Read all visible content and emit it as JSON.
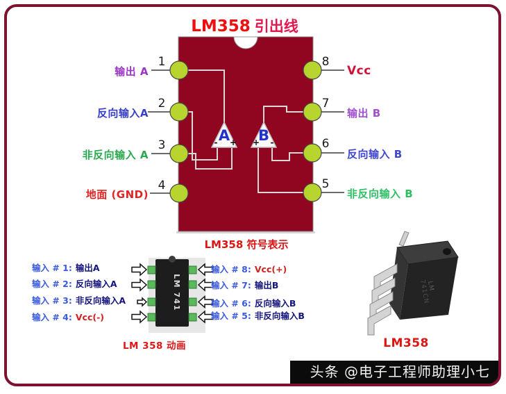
{
  "title": {
    "part1": "LM358",
    "part2": "引出线"
  },
  "ic": {
    "body_color": "#90051f",
    "pin_color": "#b8d42e",
    "wire_color": "#d8d8d8",
    "left_pins": [
      {
        "num": "1",
        "label": "输出 A",
        "color": "#9a35c8"
      },
      {
        "num": "2",
        "label": "反向输入A",
        "color": "#3640c8"
      },
      {
        "num": "3",
        "label": "非反向输入 A",
        "color": "#2aa84f"
      },
      {
        "num": "4",
        "label": "地面 (GND)",
        "color": "#e02424"
      }
    ],
    "right_pins": [
      {
        "num": "8",
        "label": "Vcc",
        "color": "#cf1235"
      },
      {
        "num": "7",
        "label": "输出 B",
        "color": "#a050d0"
      },
      {
        "num": "6",
        "label": "反向输入 B",
        "color": "#3f46cf"
      },
      {
        "num": "5",
        "label": "非反向输入 B",
        "color": "#2fbf63"
      }
    ],
    "opamp_a": {
      "letter": "A",
      "minus": "-",
      "plus": "+"
    },
    "opamp_b": {
      "letter": "B",
      "minus": "-",
      "plus": "+"
    },
    "caption": "LM358 符号表示"
  },
  "pin_table": {
    "left_rows": [
      {
        "prefix": "输入 # 1:",
        "value": "输出A",
        "value_color": "#14147c"
      },
      {
        "prefix": "输入 # 2:",
        "value": "反向输入A",
        "value_color": "#14147c"
      },
      {
        "prefix": "输入 # 3:",
        "value": "非反向输入A",
        "value_color": "#14147c"
      },
      {
        "prefix": "输入 # 4:",
        "value": "Vcc(-)",
        "value_color": "#d32020"
      }
    ],
    "right_rows": [
      {
        "prefix": "输入 # 8:",
        "value": "Vcc(+)",
        "value_color": "#d32020"
      },
      {
        "prefix": "输入 # 7:",
        "value": "输出B",
        "value_color": "#14147c"
      },
      {
        "prefix": "输入 # 6:",
        "value": "反向输入B",
        "value_color": "#14147c"
      },
      {
        "prefix": "输入 # 5:",
        "value": "非反向输入B",
        "value_color": "#14147c"
      }
    ],
    "mini_chip_label": "LM 741",
    "caption": "LM 358 动画"
  },
  "photo": {
    "marking_line1": "LM",
    "marking_line2": "741CN",
    "label": "LM358"
  },
  "watermark": {
    "text": "头条 @电子工程师助理小七"
  },
  "colors": {
    "frame_border": "#7c1230",
    "table_prefix": "#3a5ae0",
    "title_red": "#ee0f0f",
    "title_pink": "#e3164d",
    "watermark_bg": "#0b0b0b"
  }
}
